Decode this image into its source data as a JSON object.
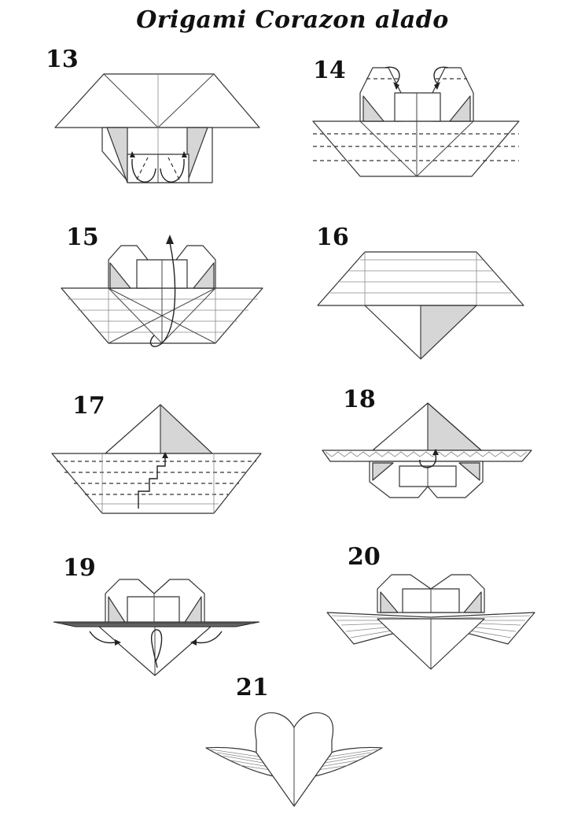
{
  "title": "Origami Corazon alado",
  "steps": [
    {
      "label": "13"
    },
    {
      "label": "14"
    },
    {
      "label": "15"
    },
    {
      "label": "16"
    },
    {
      "label": "17"
    },
    {
      "label": "18"
    },
    {
      "label": "19"
    },
    {
      "label": "20"
    },
    {
      "label": "21"
    }
  ]
}
